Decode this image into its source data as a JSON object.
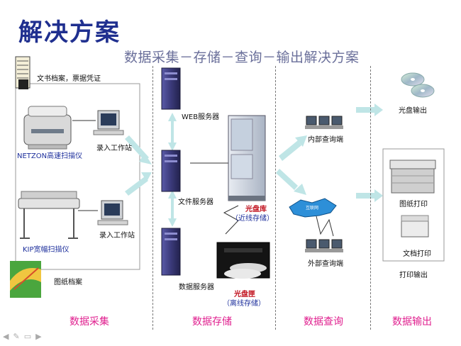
{
  "title": "解决方案",
  "subtitle": "数据采集－存储－查询－输出解决方案",
  "sources": {
    "documents": "文书档案，票据凭证",
    "scanner_fast": "NETZON高速扫描仪",
    "workstation_1": "录入工作站",
    "scanner_wide": "KIP宽幅扫描仪",
    "workstation_2": "录入工作站",
    "drawings": "图纸档案"
  },
  "storage": {
    "web_server": "WEB服务器",
    "file_server": "文件服务器",
    "db_server": "数据服务器",
    "jukebox_label": "光盘库",
    "jukebox_sub": "（近线存储）",
    "cabinet_label": "光盘匣",
    "cabinet_sub": "（离线存储）"
  },
  "query": {
    "internal": "内部查询端",
    "internet": "互联网",
    "external": "外部查询端"
  },
  "output": {
    "disc_output": "光盘输出",
    "drawing_print": "图纸打印",
    "doc_print": "文档打印",
    "print_output": "打印输出"
  },
  "sections": [
    "数据采集",
    "数据存储",
    "数据查询",
    "数据输出"
  ],
  "colors": {
    "title": "#1f2f8f",
    "section": "#e0208f",
    "arrow": "#bfe5e6",
    "server": "#3b3a7a",
    "label_red": "#c1121f",
    "label_blue": "#1d2f9c"
  }
}
